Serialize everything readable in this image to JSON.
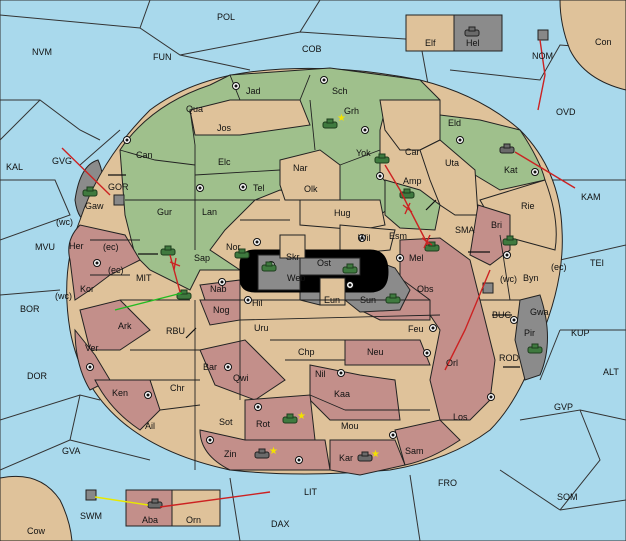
{
  "colors": {
    "sea": "#a9d9ec",
    "neutral": "#dfc29a",
    "green_power": "#9fc08c",
    "red_power": "#c38f8a",
    "gray_power": "#8b8b8b",
    "move_red": "#cc2222",
    "move_green": "#22bb22",
    "move_yellow": "#e8e800"
  },
  "sea_labels": {
    "pol": "POL",
    "nvm": "NVM",
    "fun": "FUN",
    "cob": "COB",
    "con": "Con",
    "nom": "NOM",
    "ovd": "OVD",
    "kal": "KAL",
    "gvg": "GVG",
    "gor": "GOR",
    "kam": "KAM",
    "sma": "SMA",
    "tei": "TEI",
    "mvu": "MVU",
    "mit": "MIT",
    "bor": "BOR",
    "rbu": "RBU",
    "buc": "BUC",
    "kup": "KUP",
    "rod": "ROD",
    "alt": "ALT",
    "dor": "DOR",
    "gvp": "GVP",
    "gva": "GVA",
    "fro": "FRO",
    "som": "SOM",
    "lit": "LIT",
    "swm": "SWM",
    "dax": "DAX",
    "cow": "Cow"
  },
  "land_labels": {
    "elf": "Elf",
    "hel": "Hel",
    "jad": "Jad",
    "sch": "Sch",
    "qua": "Qua",
    "jos": "Jos",
    "grh": "Grh",
    "eld": "Eld",
    "can": "Can",
    "yok": "Yok",
    "car": "Car",
    "elc": "Elc",
    "nar": "Nar",
    "uta": "Uta",
    "kat": "Kat",
    "tel": "Tel",
    "amp": "Amp",
    "olk": "Olk",
    "gaw": "Gaw",
    "gur": "Gur",
    "lan": "Lan",
    "hug": "Hug",
    "rie": "Rie",
    "wil": "Wil",
    "esm": "Esm",
    "bri": "Bri",
    "nor": "Nor",
    "skr": "Skr",
    "ost": "Ost",
    "mel": "Mel",
    "her": "Her",
    "sap": "Sap",
    "web": "Web",
    "byn": "Byn",
    "kor": "Kor",
    "nab": "Nab",
    "obs": "Obs",
    "eun": "Eun",
    "sun": "Sun",
    "hil": "Hil",
    "gwa": "Gwa",
    "ark": "Ark",
    "nog": "Nog",
    "uru": "Uru",
    "feu": "Feu",
    "pir": "Pir",
    "chp": "Chp",
    "neu": "Neu",
    "ver": "Ver",
    "bar": "Bar",
    "orl": "Orl",
    "qwi": "Qwi",
    "nil": "Nil",
    "ken": "Ken",
    "chr": "Chr",
    "kaa": "Kaa",
    "sot": "Sot",
    "los": "Los",
    "ail": "Ail",
    "rot": "Rot",
    "mou": "Mou",
    "zin": "Zin",
    "kar": "Kar",
    "sam": "Sam",
    "aba": "Aba",
    "orn": "Orn"
  },
  "coast_tags": {
    "wc1": "(wc)",
    "ec1": "(ec)",
    "ec2": "(ec)",
    "wc2": "(wc)",
    "ec3": "(ec)",
    "wc3": "(wc)"
  }
}
